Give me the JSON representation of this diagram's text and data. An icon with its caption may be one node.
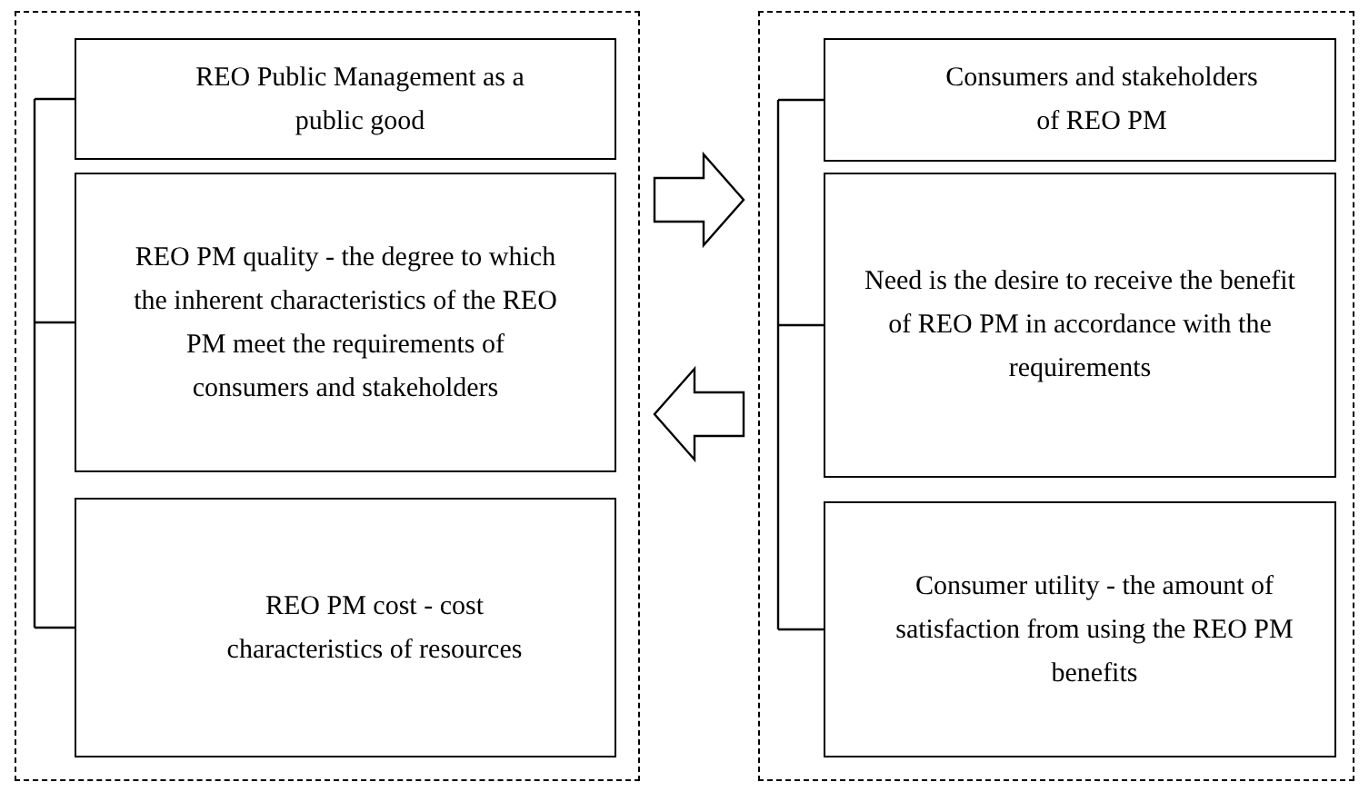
{
  "diagram": {
    "nodes": [
      {
        "text": [],
        "shape": "box"
      },
      {
        "text": [
          "REO Public Management as a public good"
        ],
        "in": 0
      },
      {
        "text": [
          "REO PM quality - the degree to which the inherent characteristics of the REO PM meet the requirements of consumers and stakeholders"
        ],
        "in": 0
      },
      {
        "text": [
          "REO PM cost - cost characteristics of resources"
        ],
        "in": 0
      },
      {
        "text": [],
        "shape": "box"
      },
      {
        "text": [
          "Consumers and stakeholders of REO PM"
        ],
        "in": 4
      },
      {
        "text": [
          "Need is the desire to receive the benefit of REO PM in accordance with the requirements"
        ],
        "in": 4
      },
      {
        "text": [
          "Consumer utility - the amount of satisfaction from using the REO PM benefits"
        ],
        "in": 4
      }
    ],
    "edges": [
      {
        "from": 0,
        "to": 4,
        "arrow": "to"
      },
      {
        "from": 4,
        "to": 0,
        "arrow": "to"
      }
    ]
  }
}
